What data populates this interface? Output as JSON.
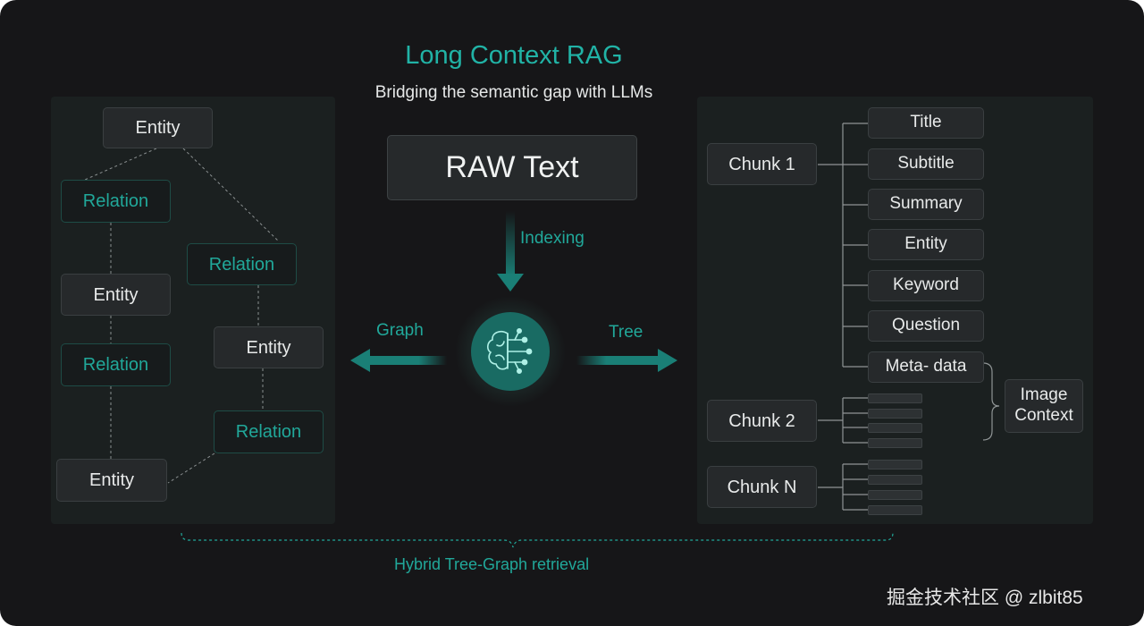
{
  "header": {
    "title": "Long Context RAG",
    "subtitle": "Bridging the semantic gap with LLMs"
  },
  "center": {
    "raw_text": "RAW Text",
    "indexing_label": "Indexing",
    "graph_label": "Graph",
    "tree_label": "Tree",
    "brain_icon": "brain-circuit-icon"
  },
  "graph_panel": {
    "entity_1": "Entity",
    "relation_1": "Relation",
    "relation_2": "Relation",
    "entity_2": "Entity",
    "entity_3": "Entity",
    "relation_3": "Relation",
    "relation_4": "Relation",
    "entity_4": "Entity"
  },
  "tree_panel": {
    "chunk_1": "Chunk 1",
    "chunk_2": "Chunk 2",
    "chunk_n": "Chunk N",
    "leaves": [
      "Title",
      "Subtitle",
      "Summary",
      "Entity",
      "Keyword",
      "Question",
      "Meta- data"
    ],
    "image_context": "Image Context"
  },
  "footer": {
    "label": "Hybrid Tree-Graph retrieval",
    "watermark": "掘金技术社区 @ zlbit85"
  },
  "colors": {
    "accent": "#21a89a",
    "background": "#161618",
    "panel": "#1b2020",
    "box": "#26292b"
  }
}
